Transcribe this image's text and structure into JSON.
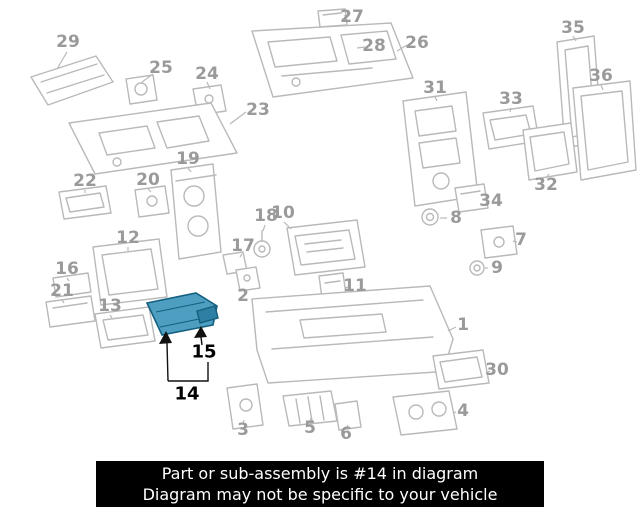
{
  "banner": {
    "line1": "Part or sub-assembly is #14 in diagram",
    "line2": "Diagram may not be specific to your vehicle"
  },
  "callouts": {
    "c1": "1",
    "c2": "2",
    "c3": "3",
    "c4": "4",
    "c5": "5",
    "c6": "6",
    "c7": "7",
    "c8": "8",
    "c9": "9",
    "c10": "10",
    "c11": "11",
    "c12": "12",
    "c13": "13",
    "c14": "14",
    "c15": "15",
    "c16": "16",
    "c17": "17",
    "c18": "18",
    "c19": "19",
    "c20": "20",
    "c21": "21",
    "c22": "22",
    "c23": "23",
    "c24": "24",
    "c25": "25",
    "c26": "26",
    "c27": "27",
    "c28": "28",
    "c29": "29",
    "c30": "30",
    "c31": "31",
    "c32": "32",
    "c33": "33",
    "c34": "34",
    "c35": "35",
    "c36": "36"
  },
  "colors": {
    "line_art": "#b9b9b9",
    "callout_text": "#9a9a9a",
    "highlight_callout_text": "#000000",
    "highlight_fill": "#4E9EC1",
    "highlight_fill_dark": "#2E7FA3",
    "highlight_stroke": "#145F7F",
    "pointer_black": "#111111",
    "banner_background": "#000000",
    "banner_text": "#ffffff"
  }
}
